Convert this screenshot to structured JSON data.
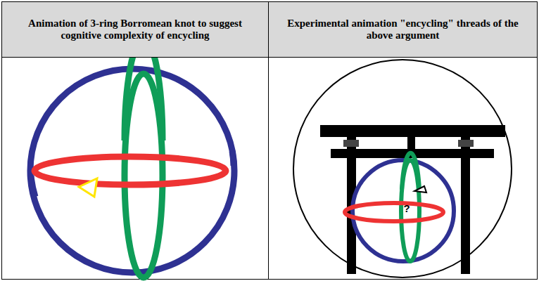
{
  "diagram": {
    "nodes": [
      {
        "text": [
          "Animation of 3-ring Borromean knot to suggest cognitive complexity of encycling"
        ]
      },
      {
        "text": [
          "Experimental animation \"encycling\" threads of the above argument"
        ]
      }
    ],
    "labels": [
      "?"
    ]
  }
}
